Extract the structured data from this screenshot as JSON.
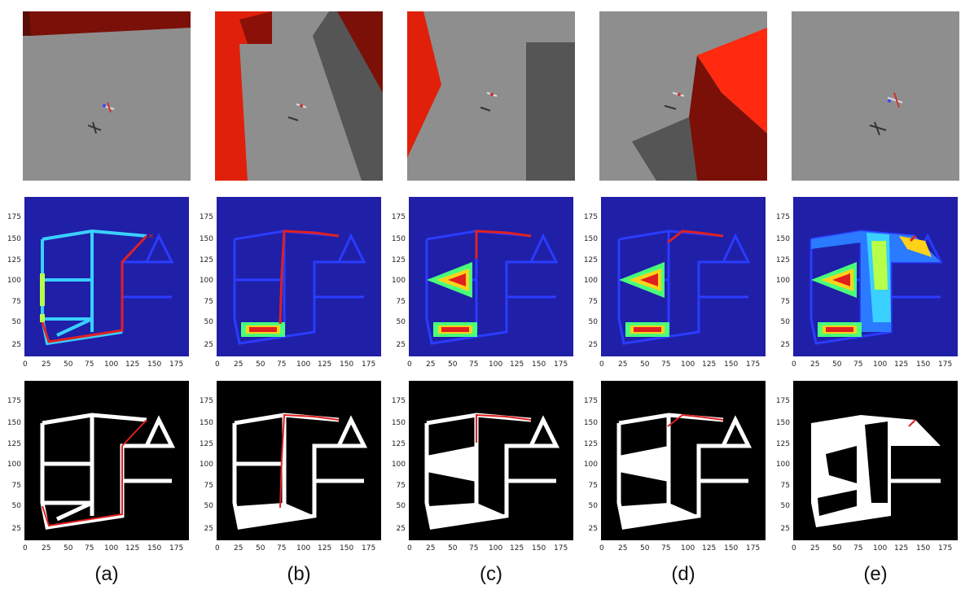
{
  "figure": {
    "captions": [
      "(a)",
      "(b)",
      "(c)",
      "(d)",
      "(e)"
    ],
    "axis_ticks": {
      "x": [
        "0",
        "25",
        "50",
        "75",
        "100",
        "125",
        "150",
        "175"
      ],
      "y": [
        "25",
        "50",
        "75",
        "100",
        "125",
        "150",
        "175"
      ]
    },
    "colors": {
      "heatmap_background": "#1f1fa8",
      "wall_red": "#e0200a",
      "wall_dark_red": "#8a1008",
      "floor_gray": "#8f8f8f",
      "path_red": "#e02020",
      "mask_background": "#000000",
      "mask_free": "#ffffff"
    },
    "panels": [
      {
        "id": "a",
        "caption": "(a)"
      },
      {
        "id": "b",
        "caption": "(b)"
      },
      {
        "id": "c",
        "caption": "(c)"
      },
      {
        "id": "d",
        "caption": "(d)"
      },
      {
        "id": "e",
        "caption": "(e)"
      }
    ]
  }
}
